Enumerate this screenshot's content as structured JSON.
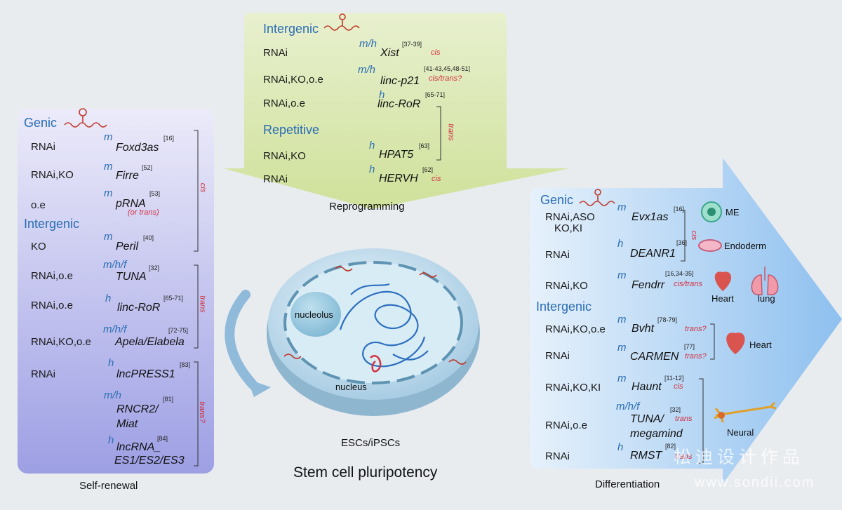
{
  "self_renewal": {
    "caption": "Self-renewal",
    "genic_title": "Genic",
    "intergenic_title": "Intergenic",
    "rows": [
      {
        "method": "RNAi",
        "species": "m",
        "gene": "Foxd3as",
        "ref": "[16]"
      },
      {
        "method": "RNAi,KO",
        "species": "m",
        "gene": "Firre",
        "ref": "[52]"
      },
      {
        "method": "o.e",
        "species": "m",
        "gene": "pRNA",
        "ref": "[53]",
        "note": "(or trans)"
      },
      {
        "method": "KO",
        "species": "m",
        "gene": "Peril",
        "ref": "[40]"
      },
      {
        "method": "RNAi,o.e",
        "species": "m/h/f",
        "gene": "TUNA",
        "ref": "[32]"
      },
      {
        "method": "RNAi,o.e",
        "species": "h",
        "gene": "linc-RoR",
        "ref": "[65-71]"
      },
      {
        "method": "RNAi,KO,o.e",
        "species": "m/h/f",
        "gene": "Apela/Elabela",
        "ref": "[72-75]"
      },
      {
        "method": "RNAi",
        "species": "h",
        "gene": "lncPRESS1",
        "ref": "[83]"
      },
      {
        "method": "",
        "species": "m/h",
        "gene": "RNCR2/",
        "gene2": "Miat",
        "ref": "[81]"
      },
      {
        "method": "",
        "species": "h",
        "gene": "lncRNA_",
        "gene2": "ES1/ES2/ES3",
        "ref": "[84]"
      }
    ],
    "brackets": [
      "cis",
      "trans",
      "trans?"
    ]
  },
  "reprogramming": {
    "caption": "Reprogramming",
    "intergenic_title": "Intergenic",
    "repetitive_title": "Repetitive",
    "rows": [
      {
        "method": "RNAi",
        "species": "m/h",
        "gene": "Xist",
        "ref": "[37-39]",
        "reg": "cis"
      },
      {
        "method": "RNAi,KO,o.e",
        "species": "m/h",
        "gene": "linc-p21",
        "ref": "[41-43,45,48-51]",
        "reg": "cis/trans?"
      },
      {
        "method": "RNAi,o.e",
        "species": "h",
        "gene": "linc-RoR",
        "ref": "[65-71]"
      },
      {
        "method": "RNAi,KO",
        "species": "h",
        "gene": "HPAT5",
        "ref": "[63]"
      },
      {
        "method": "RNAi",
        "species": "h",
        "gene": "HERVH",
        "ref": "[62]",
        "reg": "cis"
      }
    ],
    "bracket": "trans"
  },
  "center": {
    "nucleolus": "nucleolus",
    "nucleus": "nucleus",
    "cell_label": "ESCs/iPSCs",
    "title": "Stem cell pluripotency"
  },
  "differentiation": {
    "caption": "Differentiation",
    "genic_title": "Genic",
    "intergenic_title": "Intergenic",
    "rows": [
      {
        "method": "RNAi,ASO",
        "method2": "KO,KI",
        "species": "m",
        "gene": "Evx1as",
        "ref": "[16]"
      },
      {
        "method": "RNAi",
        "species": "h",
        "gene": "DEANR1",
        "ref": "[36]"
      },
      {
        "method": "RNAi,KO",
        "species": "m",
        "gene": "Fendrr",
        "ref": "[16,34-35]",
        "reg": "cis/trans"
      },
      {
        "method": "RNAi,KO,o.e",
        "species": "m",
        "gene": "Bvht",
        "ref": "[78-79]",
        "reg": "trans?"
      },
      {
        "method": "RNAi",
        "species": "m",
        "gene": "CARMEN",
        "ref": "[77]",
        "reg": "trans?"
      },
      {
        "method": "RNAi,KO,KI",
        "species": "m",
        "gene": "Haunt",
        "ref": "[11-12]",
        "reg": "cis"
      },
      {
        "method": "RNAi,o.e",
        "species": "m/h/f",
        "gene": "TUNA/",
        "gene2": "megamind",
        "ref": "[32]",
        "reg": "trans"
      },
      {
        "method": "RNAi",
        "species": "h",
        "gene": "RMST",
        "ref": "[82]",
        "reg": "trans"
      }
    ],
    "bracket": "cis",
    "cell_labels": {
      "me": "ME",
      "endoderm": "Endoderm",
      "heart": "Heart",
      "lung": "lung",
      "heart2": "Heart",
      "neural": "Neural"
    }
  },
  "watermark": {
    "cn": "松迪设计作品",
    "url": "www.sondii.com"
  },
  "colors": {
    "blue": "#2a6db3",
    "red": "#d33040",
    "left_panel": "#c9c8ee",
    "top_panel": "#dfeab9",
    "right_panel": "#b6d6f2"
  }
}
